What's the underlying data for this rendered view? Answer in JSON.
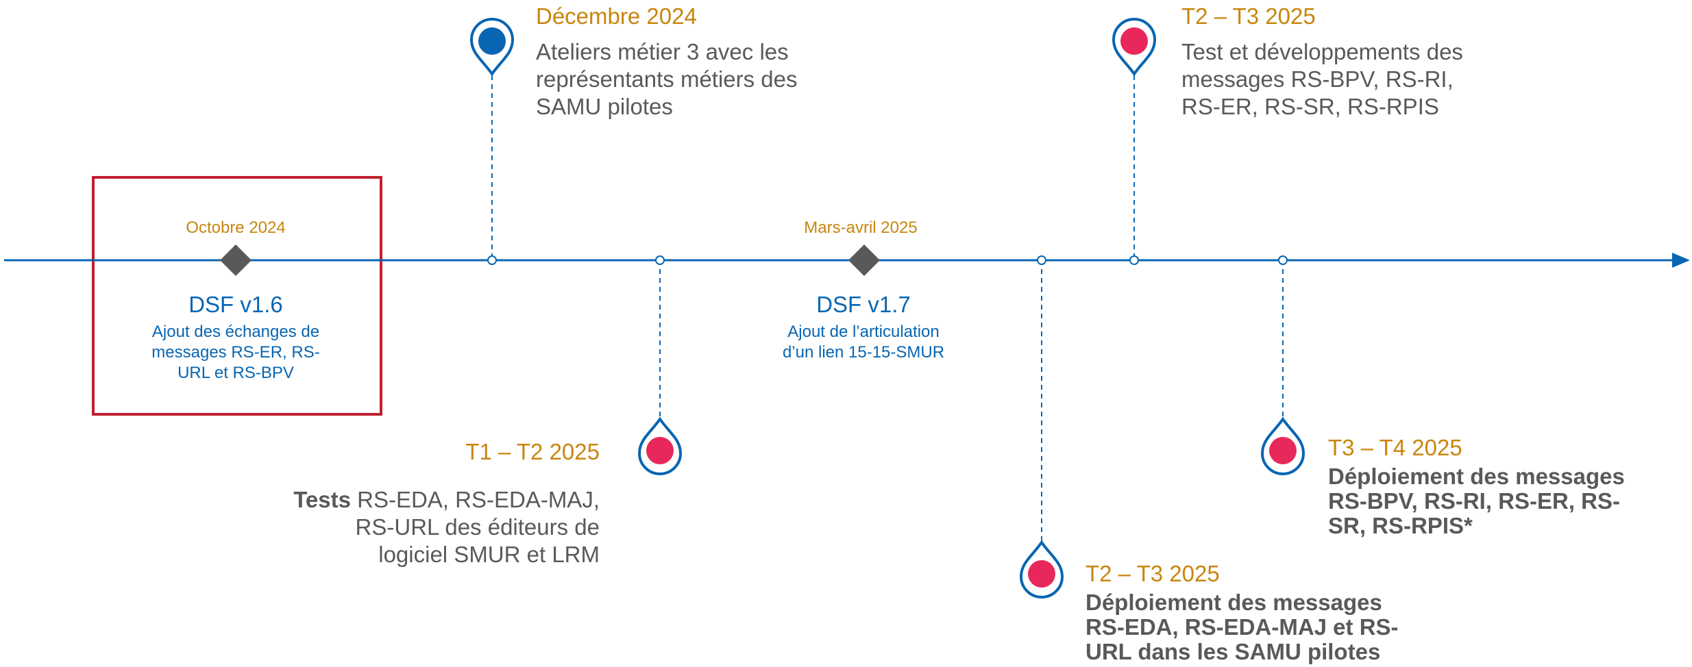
{
  "colors": {
    "axis": "#0865B2",
    "milestone_orange": "#C8850D",
    "release_blue": "#0865B2",
    "text_grey": "#595959",
    "pin_pink": "#E8285A",
    "pin_blue": "#0865B2",
    "diamond": "#595959",
    "highlight_box": "#C0202E"
  },
  "releases": [
    {
      "date": "Octobre 2024",
      "title": "DSF v1.6",
      "description_lines": [
        "Ajout des échanges de",
        "messages RS-ER, RS-",
        "URL et RS-BPV"
      ]
    },
    {
      "date": "Mars-avril 2025",
      "title": "DSF v1.7",
      "description_lines": [
        "Ajout de l’articulation",
        "d’un lien 15-15-SMUR"
      ]
    }
  ],
  "milestones": [
    {
      "date": "Décembre 2024",
      "pin_icon": "location-pin-blue",
      "lines": [
        "Ateliers métier 3 avec les",
        "représentants métiers des",
        "SAMU pilotes"
      ]
    },
    {
      "date": "T2 – T3 2025",
      "pin_icon": "location-pin-pink",
      "lines": [
        "Test et développements des",
        "messages RS-BPV, RS-RI,",
        "RS-ER, RS-SR, RS-RPIS"
      ]
    },
    {
      "date": "T1 – T2 2025",
      "pin_icon": "location-pin-pink",
      "bold_lead": "Tests",
      "lines": [
        " RS-EDA, RS-EDA-MAJ,",
        "RS-URL des éditeurs de",
        "logiciel SMUR et LRM"
      ]
    },
    {
      "date": "T2 – T3 2025",
      "pin_icon": "location-pin-pink",
      "lines": [
        "Déploiement des messages",
        "RS-EDA, RS-EDA-MAJ et RS-",
        "URL dans les SAMU pilotes"
      ]
    },
    {
      "date": "T3 – T4 2025",
      "pin_icon": "location-pin-pink",
      "lines": [
        "Déploiement des messages",
        "RS-BPV, RS-RI, RS-ER, RS-",
        "SR, RS-RPIS*"
      ]
    }
  ]
}
